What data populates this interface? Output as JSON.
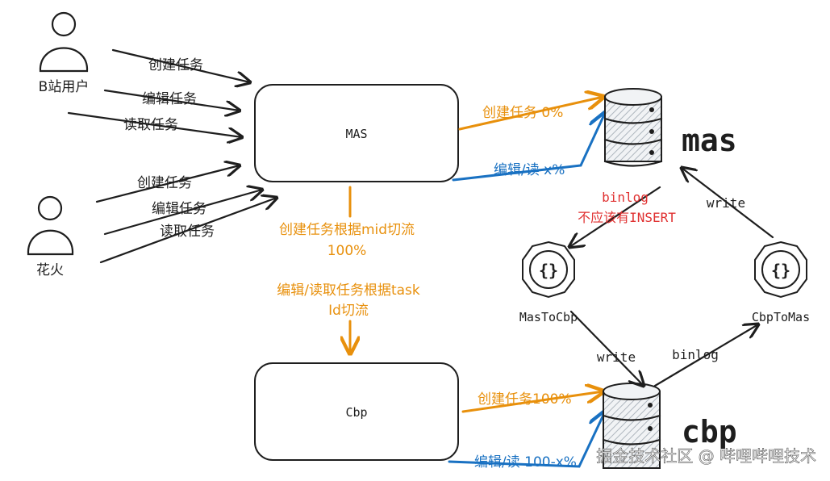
{
  "actors": {
    "bilibili_user": "B站用户",
    "huahuo": "花火"
  },
  "systems": {
    "mas_box": "MAS",
    "cbp_box": "Cbp",
    "mas_db": "mas",
    "cbp_db": "cbp",
    "mas_to_cbp": "MasToCbp",
    "cbp_to_mas": "CbpToMas"
  },
  "user_edges": {
    "create": "创建任务",
    "edit": "编辑任务",
    "read": "读取任务"
  },
  "huahuo_edges": {
    "create": "创建任务",
    "edit": "编辑任务",
    "read": "读取任务"
  },
  "mas_edges": {
    "create_pct": "创建任务 0%",
    "edit_read_pct": "编辑/读 x%"
  },
  "cbp_edges": {
    "create_pct": "创建任务100%",
    "edit_read_pct": "编辑/读 100-x%"
  },
  "routing": {
    "line1": "创建任务根据mid切流",
    "line2": "100%",
    "line3": "编辑/读取任务根据task",
    "line4": "Id切流"
  },
  "sync": {
    "binlog_top": "binlog",
    "binlog_warning": "不应该有INSERT",
    "write_top": "write",
    "write_bottom": "write",
    "binlog_bottom": "binlog",
    "brace_icon": "{}"
  },
  "watermark": "掘金技术社区 @ 哔哩哔哩技术",
  "colors": {
    "orange": "#e8900c",
    "blue": "#1971c2",
    "red": "#e03131"
  }
}
